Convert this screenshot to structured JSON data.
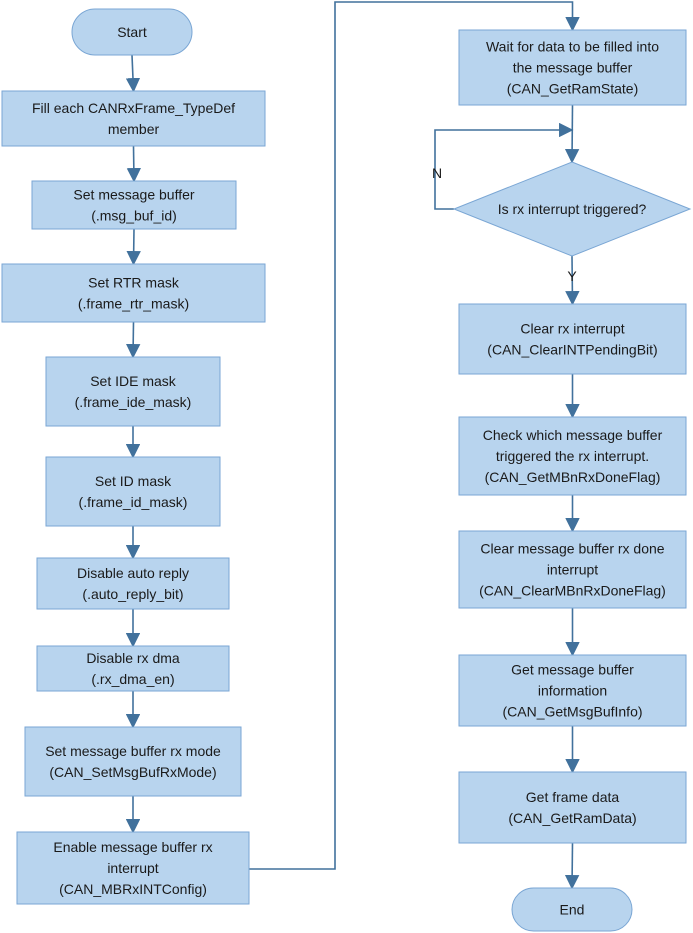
{
  "diagram": {
    "nodes": [
      {
        "id": "start",
        "shape": "terminal",
        "lines": [
          "Start"
        ]
      },
      {
        "id": "fill-members",
        "shape": "process",
        "lines": [
          "Fill each CANRxFrame_TypeDef",
          "member"
        ]
      },
      {
        "id": "set-msg-buf",
        "shape": "process",
        "lines": [
          "Set message buffer",
          "(.msg_buf_id)"
        ]
      },
      {
        "id": "set-rtr-mask",
        "shape": "process",
        "lines": [
          "Set RTR mask",
          "(.frame_rtr_mask)"
        ]
      },
      {
        "id": "set-ide-mask",
        "shape": "process",
        "lines": [
          "Set IDE mask",
          "(.frame_ide_mask)"
        ]
      },
      {
        "id": "set-id-mask",
        "shape": "process",
        "lines": [
          "Set ID mask",
          "(.frame_id_mask)"
        ]
      },
      {
        "id": "disable-auto-reply",
        "shape": "process",
        "lines": [
          "Disable auto reply",
          "(.auto_reply_bit)"
        ]
      },
      {
        "id": "disable-rx-dma",
        "shape": "process",
        "lines": [
          "Disable rx dma",
          "(.rx_dma_en)"
        ]
      },
      {
        "id": "set-rx-mode",
        "shape": "process",
        "lines": [
          "Set message buffer rx mode",
          "(CAN_SetMsgBufRxMode)"
        ]
      },
      {
        "id": "enable-rx-int",
        "shape": "process",
        "lines": [
          "Enable message buffer rx",
          "interrupt",
          "(CAN_MBRxINTConfig)"
        ]
      },
      {
        "id": "wait-data",
        "shape": "process",
        "lines": [
          "Wait for data to be filled into",
          "the message buffer",
          "(CAN_GetRamState)"
        ]
      },
      {
        "id": "rx-int-decision",
        "shape": "decision",
        "lines": [
          "Is rx interrupt triggered?"
        ]
      },
      {
        "id": "clear-rx-int",
        "shape": "process",
        "lines": [
          "Clear rx interrupt",
          "(CAN_ClearINTPendingBit)"
        ]
      },
      {
        "id": "check-msg-buf",
        "shape": "process",
        "lines": [
          "Check which message buffer",
          "triggered the rx interrupt.",
          "(CAN_GetMBnRxDoneFlag)"
        ]
      },
      {
        "id": "clear-done-int",
        "shape": "process",
        "lines": [
          "Clear message buffer rx done",
          "interrupt",
          "(CAN_ClearMBnRxDoneFlag)"
        ]
      },
      {
        "id": "get-buf-info",
        "shape": "process",
        "lines": [
          "Get message buffer",
          "information",
          "(CAN_GetMsgBufInfo)"
        ]
      },
      {
        "id": "get-frame-data",
        "shape": "process",
        "lines": [
          "Get frame data",
          "(CAN_GetRamData)"
        ]
      },
      {
        "id": "end",
        "shape": "terminal",
        "lines": [
          "End"
        ]
      }
    ],
    "edges": [
      {
        "from": "start",
        "to": "fill-members",
        "label": ""
      },
      {
        "from": "fill-members",
        "to": "set-msg-buf",
        "label": ""
      },
      {
        "from": "set-msg-buf",
        "to": "set-rtr-mask",
        "label": ""
      },
      {
        "from": "set-rtr-mask",
        "to": "set-ide-mask",
        "label": ""
      },
      {
        "from": "set-ide-mask",
        "to": "set-id-mask",
        "label": ""
      },
      {
        "from": "set-id-mask",
        "to": "disable-auto-reply",
        "label": ""
      },
      {
        "from": "disable-auto-reply",
        "to": "disable-rx-dma",
        "label": ""
      },
      {
        "from": "disable-rx-dma",
        "to": "set-rx-mode",
        "label": ""
      },
      {
        "from": "set-rx-mode",
        "to": "enable-rx-int",
        "label": ""
      },
      {
        "from": "enable-rx-int",
        "to": "wait-data",
        "label": ""
      },
      {
        "from": "wait-data",
        "to": "rx-int-decision",
        "label": ""
      },
      {
        "from": "rx-int-decision",
        "to": "rx-int-decision",
        "label": "N"
      },
      {
        "from": "rx-int-decision",
        "to": "clear-rx-int",
        "label": "Y"
      },
      {
        "from": "clear-rx-int",
        "to": "check-msg-buf",
        "label": ""
      },
      {
        "from": "check-msg-buf",
        "to": "clear-done-int",
        "label": ""
      },
      {
        "from": "clear-done-int",
        "to": "get-buf-info",
        "label": ""
      },
      {
        "from": "get-buf-info",
        "to": "get-frame-data",
        "label": ""
      },
      {
        "from": "get-frame-data",
        "to": "end",
        "label": ""
      }
    ],
    "colors": {
      "fill": "#b8d4ee",
      "stroke": "#7aa6d4",
      "arrow": "#41719c",
      "text": "#1a1a1a"
    }
  }
}
